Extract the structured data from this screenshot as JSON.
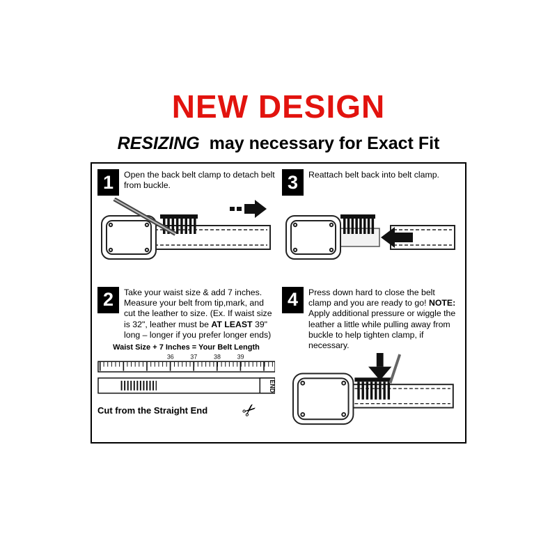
{
  "title": "NEW DESIGN",
  "subtitle": {
    "emphasis": "RESIZING",
    "rest": " may necessary for Exact Fit"
  },
  "steps": {
    "step1": {
      "number": "1",
      "text": "Open the back belt clamp to detach belt from buckle."
    },
    "step3": {
      "number": "3",
      "text": "Reattach belt back into belt clamp."
    },
    "step2": {
      "number": "2",
      "text_pre": "Take your waist size & add 7 inches.  Measure your belt from tip,mark, and cut the leather to size. (Ex. If waist size is 32\", leather must be ",
      "text_bold": "AT LEAST",
      "text_post": " 39\" long – longer if you prefer longer ends)"
    },
    "step4": {
      "number": "4",
      "text_pre": "Press down hard to close the belt clamp and you are ready to go! ",
      "note_label": "NOTE:",
      "text_post": " Apply additional pressure or wiggle the leather a little while pulling away from buckle to help tighten clamp, if necessary."
    }
  },
  "ruler": {
    "formula": "Waist Size + 7 Inches = Your Belt Length",
    "tick_labels": [
      "36",
      "37",
      "38",
      "39"
    ],
    "end_label": "END",
    "cut_instruction": "Cut from the Straight End",
    "scissors_icon": "✂"
  },
  "colors": {
    "title_red": "#e2130e",
    "ink": "#000000"
  }
}
